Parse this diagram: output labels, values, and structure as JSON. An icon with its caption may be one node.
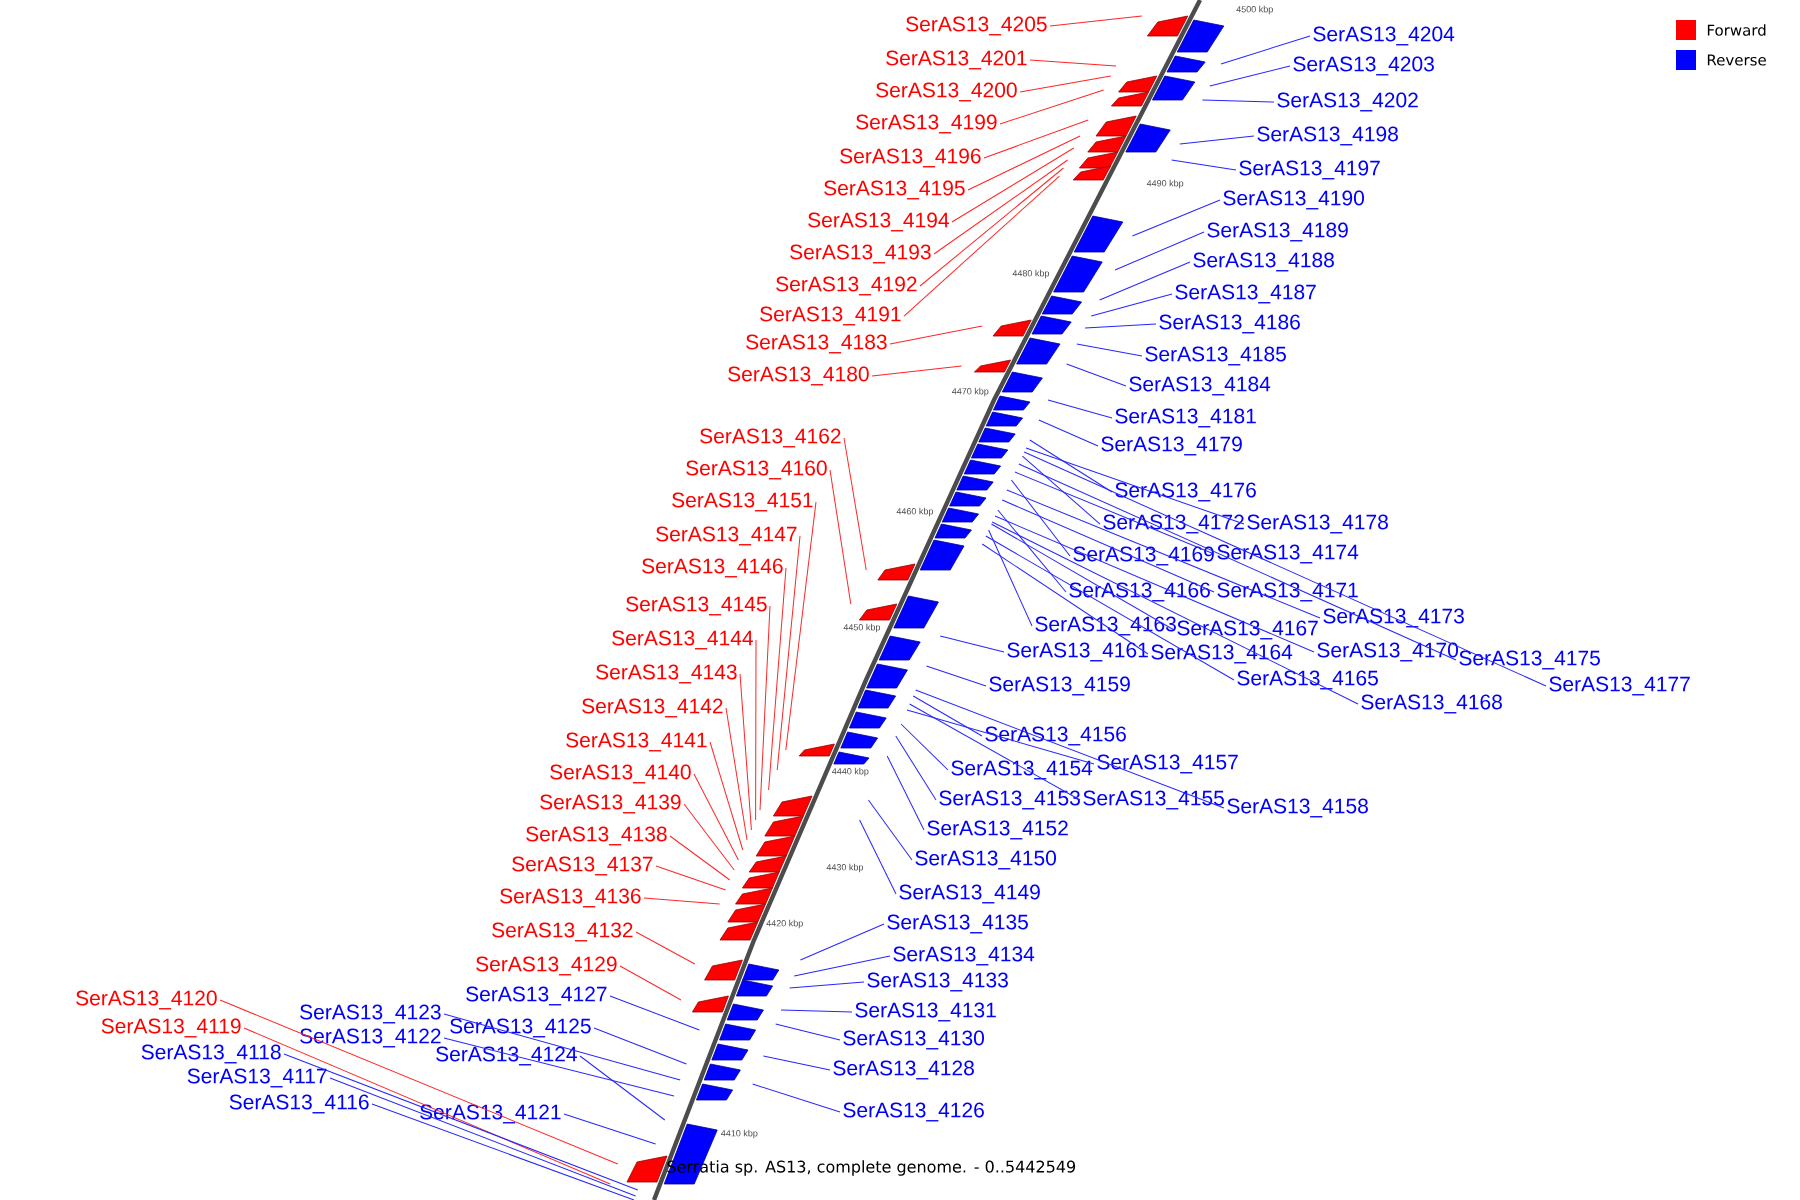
{
  "diagram": {
    "nodes": [
      {
        "text": [
          "SerAS13_4205"
        ]
      },
      {
        "text": [
          "SerAS13_4201"
        ]
      },
      {
        "text": [
          "SerAS13_4200"
        ]
      },
      {
        "text": [
          "SerAS13_4199"
        ]
      },
      {
        "text": [
          "SerAS13_4196"
        ]
      },
      {
        "text": [
          "SerAS13_4195"
        ]
      },
      {
        "text": [
          "SerAS13_4194"
        ]
      },
      {
        "text": [
          "SerAS13_4193"
        ]
      },
      {
        "text": [
          "SerAS13_4192"
        ]
      },
      {
        "text": [
          "SerAS13_4191"
        ]
      },
      {
        "text": [
          "SerAS13_4183"
        ]
      },
      {
        "text": [
          "SerAS13_4180"
        ]
      },
      {
        "text": [
          "SerAS13_4162"
        ]
      },
      {
        "text": [
          "SerAS13_4160"
        ]
      },
      {
        "text": [
          "SerAS13_4151"
        ]
      },
      {
        "text": [
          "SerAS13_4147"
        ]
      },
      {
        "text": [
          "SerAS13_4146"
        ]
      },
      {
        "text": [
          "SerAS13_4145"
        ]
      },
      {
        "text": [
          "SerAS13_4144"
        ]
      },
      {
        "text": [
          "SerAS13_4143"
        ]
      },
      {
        "text": [
          "SerAS13_4142"
        ]
      },
      {
        "text": [
          "SerAS13_4141"
        ]
      },
      {
        "text": [
          "SerAS13_4140"
        ]
      },
      {
        "text": [
          "SerAS13_4139"
        ]
      },
      {
        "text": [
          "SerAS13_4138"
        ]
      },
      {
        "text": [
          "SerAS13_4137"
        ]
      },
      {
        "text": [
          "SerAS13_4136"
        ]
      },
      {
        "text": [
          "SerAS13_4132"
        ]
      },
      {
        "text": [
          "SerAS13_4129"
        ]
      },
      {
        "text": [
          "SerAS13_4120"
        ]
      },
      {
        "text": [
          "SerAS13_4119"
        ]
      },
      {
        "text": [
          "SerAS13_4204"
        ]
      },
      {
        "text": [
          "SerAS13_4203"
        ]
      },
      {
        "text": [
          "SerAS13_4202"
        ]
      },
      {
        "text": [
          "SerAS13_4198"
        ]
      },
      {
        "text": [
          "SerAS13_4197"
        ]
      },
      {
        "text": [
          "SerAS13_4190"
        ]
      },
      {
        "text": [
          "SerAS13_4189"
        ]
      },
      {
        "text": [
          "SerAS13_4188"
        ]
      },
      {
        "text": [
          "SerAS13_4187"
        ]
      },
      {
        "text": [
          "SerAS13_4186"
        ]
      },
      {
        "text": [
          "SerAS13_4185"
        ]
      },
      {
        "text": [
          "SerAS13_4184"
        ]
      },
      {
        "text": [
          "SerAS13_4181"
        ]
      },
      {
        "text": [
          "SerAS13_4179"
        ]
      },
      {
        "text": [
          "SerAS13_4176"
        ]
      },
      {
        "text": [
          "SerAS13_4172"
        ]
      },
      {
        "text": [
          "SerAS13_4178"
        ]
      },
      {
        "text": [
          "SerAS13_4169"
        ]
      },
      {
        "text": [
          "SerAS13_4174"
        ]
      },
      {
        "text": [
          "SerAS13_4166"
        ]
      },
      {
        "text": [
          "SerAS13_4171"
        ]
      },
      {
        "text": [
          "SerAS13_4173"
        ]
      },
      {
        "text": [
          "SerAS13_4163"
        ]
      },
      {
        "text": [
          "SerAS13_4167"
        ]
      },
      {
        "text": [
          "SerAS13_4175"
        ]
      },
      {
        "text": [
          "SerAS13_4177"
        ]
      },
      {
        "text": [
          "SerAS13_4161"
        ]
      },
      {
        "text": [
          "SerAS13_4164"
        ]
      },
      {
        "text": [
          "SerAS13_4170"
        ]
      },
      {
        "text": [
          "SerAS13_4165"
        ]
      },
      {
        "text": [
          "SerAS13_4168"
        ]
      },
      {
        "text": [
          "SerAS13_4159"
        ]
      },
      {
        "text": [
          "SerAS13_4156"
        ]
      },
      {
        "text": [
          "SerAS13_4157"
        ]
      },
      {
        "text": [
          "SerAS13_4154"
        ]
      },
      {
        "text": [
          "SerAS13_4153"
        ]
      },
      {
        "text": [
          "SerAS13_4155"
        ]
      },
      {
        "text": [
          "SerAS13_4158"
        ]
      },
      {
        "text": [
          "SerAS13_4152"
        ]
      },
      {
        "text": [
          "SerAS13_4150"
        ]
      },
      {
        "text": [
          "SerAS13_4149"
        ]
      },
      {
        "text": [
          "SerAS13_4135"
        ]
      },
      {
        "text": [
          "SerAS13_4134"
        ]
      },
      {
        "text": [
          "SerAS13_4133"
        ]
      },
      {
        "text": [
          "SerAS13_4131"
        ]
      },
      {
        "text": [
          "SerAS13_4130"
        ]
      },
      {
        "text": [
          "SerAS13_4128"
        ]
      },
      {
        "text": [
          "SerAS13_4126"
        ]
      },
      {
        "text": [
          "SerAS13_4127"
        ]
      },
      {
        "text": [
          "SerAS13_4123"
        ]
      },
      {
        "text": [
          "SerAS13_4125"
        ]
      },
      {
        "text": [
          "SerAS13_4122"
        ]
      },
      {
        "text": [
          "SerAS13_4124"
        ]
      },
      {
        "text": [
          "SerAS13_4118"
        ]
      },
      {
        "text": [
          "SerAS13_4117"
        ]
      },
      {
        "text": [
          "SerAS13_4116"
        ]
      },
      {
        "text": [
          "SerAS13_4121"
        ]
      }
    ],
    "edges": [
      {
        "from": 0,
        "to": null,
        "arrow": "none",
        "color": "#ff0000"
      },
      {
        "from": 1,
        "to": null,
        "arrow": "none",
        "color": "#ff0000"
      },
      {
        "from": 2,
        "to": null,
        "arrow": "none",
        "color": "#ff0000"
      },
      {
        "from": 3,
        "to": null,
        "arrow": "none",
        "color": "#ff0000"
      },
      {
        "from": 4,
        "to": null,
        "arrow": "none",
        "color": "#ff0000"
      },
      {
        "from": 5,
        "to": null,
        "arrow": "none",
        "color": "#ff0000"
      },
      {
        "from": 6,
        "to": null,
        "arrow": "none",
        "color": "#ff0000"
      },
      {
        "from": 7,
        "to": null,
        "arrow": "none",
        "color": "#ff0000"
      },
      {
        "from": 8,
        "to": null,
        "arrow": "none",
        "color": "#ff0000"
      },
      {
        "from": 9,
        "to": null,
        "arrow": "none",
        "color": "#ff0000"
      },
      {
        "from": 10,
        "to": null,
        "arrow": "none",
        "color": "#ff0000"
      },
      {
        "from": 11,
        "to": null,
        "arrow": "none",
        "color": "#ff0000"
      },
      {
        "from": 12,
        "to": null,
        "arrow": "none",
        "color": "#ff0000"
      },
      {
        "from": 13,
        "to": null,
        "arrow": "none",
        "color": "#ff0000"
      },
      {
        "from": 14,
        "to": null,
        "arrow": "none",
        "color": "#ff0000"
      },
      {
        "from": 15,
        "to": null,
        "arrow": "none",
        "color": "#ff0000"
      },
      {
        "from": 16,
        "to": null,
        "arrow": "none",
        "color": "#ff0000"
      },
      {
        "from": 17,
        "to": null,
        "arrow": "none",
        "color": "#ff0000"
      },
      {
        "from": 18,
        "to": null,
        "arrow": "none",
        "color": "#ff0000"
      },
      {
        "from": 19,
        "to": null,
        "arrow": "none",
        "color": "#ff0000"
      },
      {
        "from": 20,
        "to": null,
        "arrow": "none",
        "color": "#ff0000"
      },
      {
        "from": 21,
        "to": null,
        "arrow": "none",
        "color": "#ff0000"
      },
      {
        "from": 22,
        "to": null,
        "arrow": "none",
        "color": "#ff0000"
      },
      {
        "from": 23,
        "to": null,
        "arrow": "none",
        "color": "#ff0000"
      },
      {
        "from": 24,
        "to": null,
        "arrow": "none",
        "color": "#ff0000"
      },
      {
        "from": 25,
        "to": null,
        "arrow": "none",
        "color": "#ff0000"
      },
      {
        "from": 26,
        "to": null,
        "arrow": "none",
        "color": "#ff0000"
      },
      {
        "from": 27,
        "to": null,
        "arrow": "none",
        "color": "#ff0000"
      },
      {
        "from": 28,
        "to": null,
        "arrow": "none",
        "color": "#ff0000"
      },
      {
        "from": 29,
        "to": null,
        "arrow": "none",
        "color": "#ff0000"
      },
      {
        "from": 30,
        "to": null,
        "arrow": "none",
        "color": "#ff0000"
      },
      {
        "from": 31,
        "to": null,
        "arrow": "none"
      },
      {
        "from": 32,
        "to": null,
        "arrow": "none"
      },
      {
        "from": 33,
        "to": null,
        "arrow": "none"
      },
      {
        "from": 34,
        "to": null,
        "arrow": "none"
      },
      {
        "from": 35,
        "to": null,
        "arrow": "none"
      },
      {
        "from": 36,
        "to": null,
        "arrow": "none"
      },
      {
        "from": 37,
        "to": null,
        "arrow": "none"
      },
      {
        "from": 38,
        "to": null,
        "arrow": "none"
      },
      {
        "from": 39,
        "to": null,
        "arrow": "none"
      },
      {
        "from": 40,
        "to": null,
        "arrow": "none"
      },
      {
        "from": 41,
        "to": null,
        "arrow": "none"
      },
      {
        "from": 42,
        "to": null,
        "arrow": "none"
      },
      {
        "from": 43,
        "to": null,
        "arrow": "none"
      },
      {
        "from": 44,
        "to": null,
        "arrow": "none"
      },
      {
        "from": 45,
        "to": null,
        "arrow": "none"
      },
      {
        "from": 46,
        "to": null,
        "arrow": "none"
      },
      {
        "from": 47,
        "to": null,
        "arrow": "none"
      },
      {
        "from": 48,
        "to": null,
        "arrow": "none"
      },
      {
        "from": 49,
        "to": null,
        "arrow": "none"
      },
      {
        "from": 50,
        "to": null,
        "arrow": "none"
      },
      {
        "from": 51,
        "to": null,
        "arrow": "none"
      },
      {
        "from": 52,
        "to": null,
        "arrow": "none"
      },
      {
        "from": 53,
        "to": null,
        "arrow": "none"
      },
      {
        "from": 54,
        "to": null,
        "arrow": "none"
      },
      {
        "from": 55,
        "to": null,
        "arrow": "none"
      },
      {
        "from": 56,
        "to": null,
        "arrow": "none"
      },
      {
        "from": 57,
        "to": null,
        "arrow": "none"
      },
      {
        "from": 58,
        "to": null,
        "arrow": "none"
      },
      {
        "from": 59,
        "to": null,
        "arrow": "none"
      },
      {
        "from": 60,
        "to": null,
        "arrow": "none"
      },
      {
        "from": 61,
        "to": null,
        "arrow": "none"
      },
      {
        "from": 62,
        "to": null,
        "arrow": "none"
      },
      {
        "from": 63,
        "to": null,
        "arrow": "none"
      },
      {
        "from": 64,
        "to": null,
        "arrow": "none"
      },
      {
        "from": 65,
        "to": null,
        "arrow": "none"
      },
      {
        "from": 66,
        "to": null,
        "arrow": "none"
      },
      {
        "from": 67,
        "to": null,
        "arrow": "none"
      },
      {
        "from": 68,
        "to": null,
        "arrow": "none"
      },
      {
        "from": 69,
        "to": null,
        "arrow": "none"
      },
      {
        "from": 70,
        "to": null,
        "arrow": "none"
      },
      {
        "from": 71,
        "to": null,
        "arrow": "none"
      },
      {
        "from": 72,
        "to": null,
        "arrow": "none"
      },
      {
        "from": 73,
        "to": null,
        "arrow": "none"
      },
      {
        "from": 74,
        "to": null,
        "arrow": "none"
      },
      {
        "from": 75,
        "to": null,
        "arrow": "none"
      },
      {
        "from": 76,
        "to": null,
        "arrow": "none"
      },
      {
        "from": 77,
        "to": null,
        "arrow": "none"
      },
      {
        "from": 78,
        "to": null,
        "arrow": "none"
      },
      {
        "from": 79,
        "to": null,
        "arrow": "none"
      },
      {
        "from": 80,
        "to": null,
        "arrow": "none"
      },
      {
        "from": 81,
        "to": null,
        "arrow": "none"
      },
      {
        "from": 82,
        "to": null,
        "arrow": "none"
      },
      {
        "from": 83,
        "to": null,
        "arrow": "none"
      },
      {
        "from": 84,
        "to": null,
        "arrow": "none"
      },
      {
        "from": 85,
        "to": null,
        "arrow": "none"
      },
      {
        "from": 86,
        "to": null,
        "arrow": "none"
      },
      {
        "from": 87,
        "to": null,
        "arrow": "none"
      }
    ],
    "labels": [
      "4500 kbp",
      "4490 kbp",
      "4480 kbp",
      "4470 kbp",
      "4460 kbp",
      "4450 kbp",
      "4440 kbp",
      "4430 kbp",
      "4420 kbp",
      "4410 kbp",
      "Serratia sp. AS13, complete genome. - 0..5442549"
    ],
    "legend": [
      {
        "text": "Forward",
        "color": "#ff0000"
      },
      {
        "text": "Reverse",
        "color": "#0000ff"
      }
    ]
  }
}
